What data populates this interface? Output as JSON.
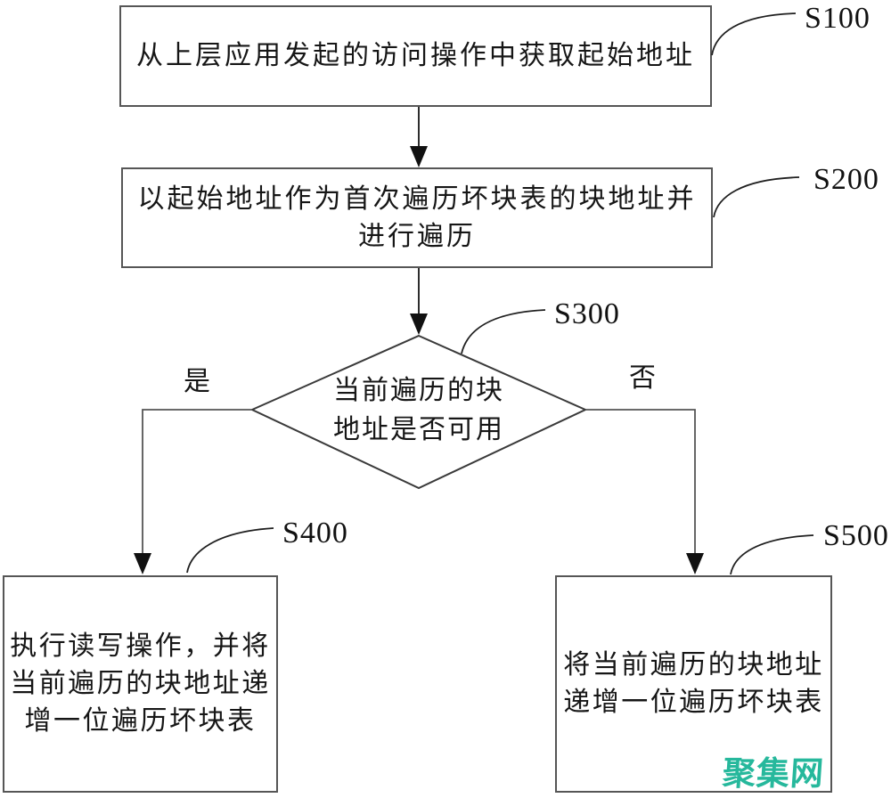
{
  "diagram": {
    "type": "flowchart",
    "nodes": {
      "s100": {
        "label": "S100",
        "shape": "process",
        "lines": [
          "从上层应用发起的访问操作中获取起始地址"
        ]
      },
      "s200": {
        "label": "S200",
        "shape": "process",
        "lines": [
          "以起始地址作为首次遍历坏块表的块地址并",
          "进行遍历"
        ]
      },
      "s300": {
        "label": "S300",
        "shape": "decision",
        "lines": [
          "当前遍历的块",
          "地址是否可用"
        ]
      },
      "s400": {
        "label": "S400",
        "shape": "process",
        "lines": [
          "执行读写操作，并将",
          "当前遍历的块地址递",
          "增一位遍历坏块表"
        ]
      },
      "s500": {
        "label": "S500",
        "shape": "process",
        "lines": [
          "将当前遍历的块地址",
          "递增一位遍历坏块表"
        ]
      }
    },
    "edges": [
      {
        "from": "s100",
        "to": "s200",
        "label": ""
      },
      {
        "from": "s200",
        "to": "s300",
        "label": ""
      },
      {
        "from": "s300",
        "to": "s400",
        "label": "是"
      },
      {
        "from": "s300",
        "to": "s500",
        "label": "否"
      }
    ],
    "branches": {
      "yes": "是",
      "no": "否"
    },
    "watermark": {
      "text": "聚集网",
      "color": "#26b89c"
    },
    "line_color": "#2d2d2d"
  }
}
